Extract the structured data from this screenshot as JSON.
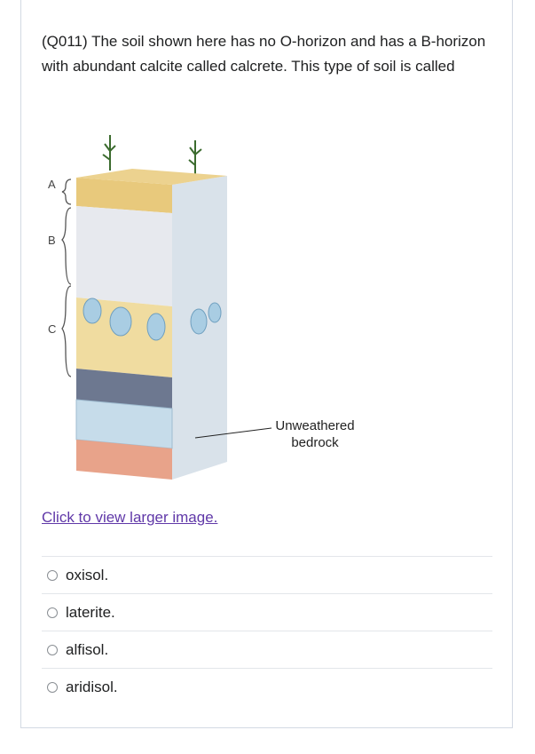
{
  "question": {
    "text": "(Q011) The soil shown here has no O-horizon and has a B-horizon with abundant calcite called calcrete. This type of soil is called"
  },
  "figure": {
    "horizon_labels": [
      "A",
      "B",
      "C"
    ],
    "callout": "Unweathered bedrock",
    "colors": {
      "a_horizon": "#e8c97c",
      "b_horizon": "#e7e9ee",
      "calcite_nodules": "#a9cde3",
      "c_horizon": "#f0dca0",
      "bedrock_dark": "#6d7890",
      "bedrock": "#c6dcea",
      "base": "#e8a38a"
    }
  },
  "link": {
    "label": "Click to view larger image."
  },
  "options": [
    {
      "label": "oxisol."
    },
    {
      "label": "laterite."
    },
    {
      "label": "alfisol."
    },
    {
      "label": "aridisol."
    }
  ]
}
